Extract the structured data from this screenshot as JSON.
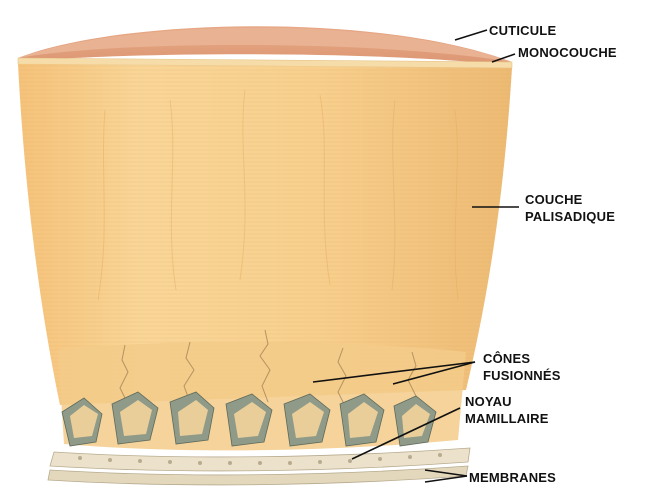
{
  "labels": {
    "cuticule": "CUTICULE",
    "monocouche": "MONOCOUCHE",
    "couche_palisadique_1": "COUCHE",
    "couche_palisadique_2": "PALISADIQUE",
    "cones_fusionnes_1": "CÔNES",
    "cones_fusionnes_2": "FUSIONNÉS",
    "noyau_mamillaire_1": "NOYAU",
    "noyau_mamillaire_2": "MAMILLAIRE",
    "membranes": "MEMBRANES"
  },
  "colors": {
    "cuticule": "#e3a07e",
    "palisade": "#f7cf8c",
    "palisade_dark": "#e8b46a",
    "cones": "#f1c988",
    "knobs": "#8f9a88",
    "membrane": "#e9dfc8",
    "leader_lines": "#111111"
  }
}
